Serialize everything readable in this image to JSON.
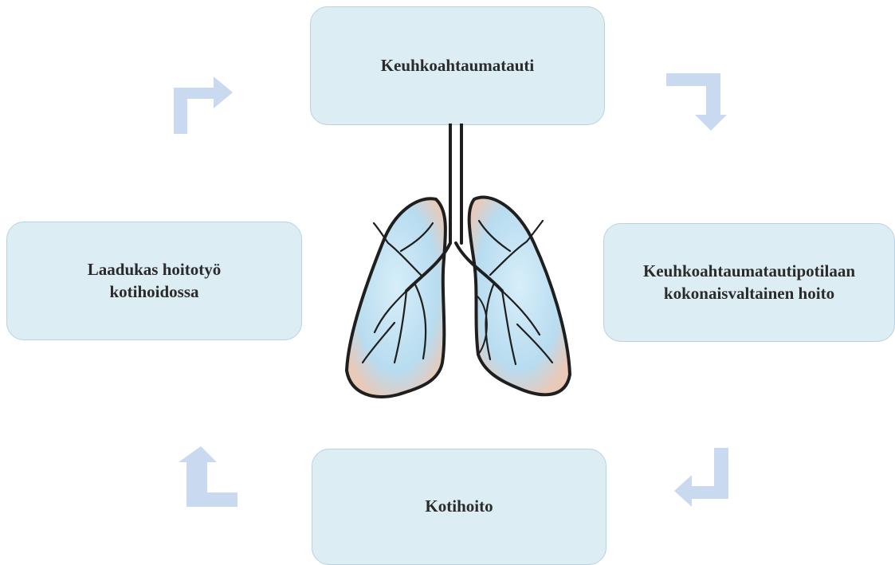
{
  "colors": {
    "box_fill": "#dcedf3",
    "box_border": "#b9d2e2",
    "arrow": "#c9d9ef",
    "text": "#2b2b2b"
  },
  "nodes": {
    "top": "Keuhkoahtaumatauti",
    "right": "Keuhkoahtaumatautipotilaan\nkokonaisvaltainen hoito",
    "bottom": "Kotihoito",
    "left": "Laadukas hoitotyö\nkotihoidossa"
  },
  "center_image": "lungs-illustration",
  "flow": "clockwise-cycle"
}
